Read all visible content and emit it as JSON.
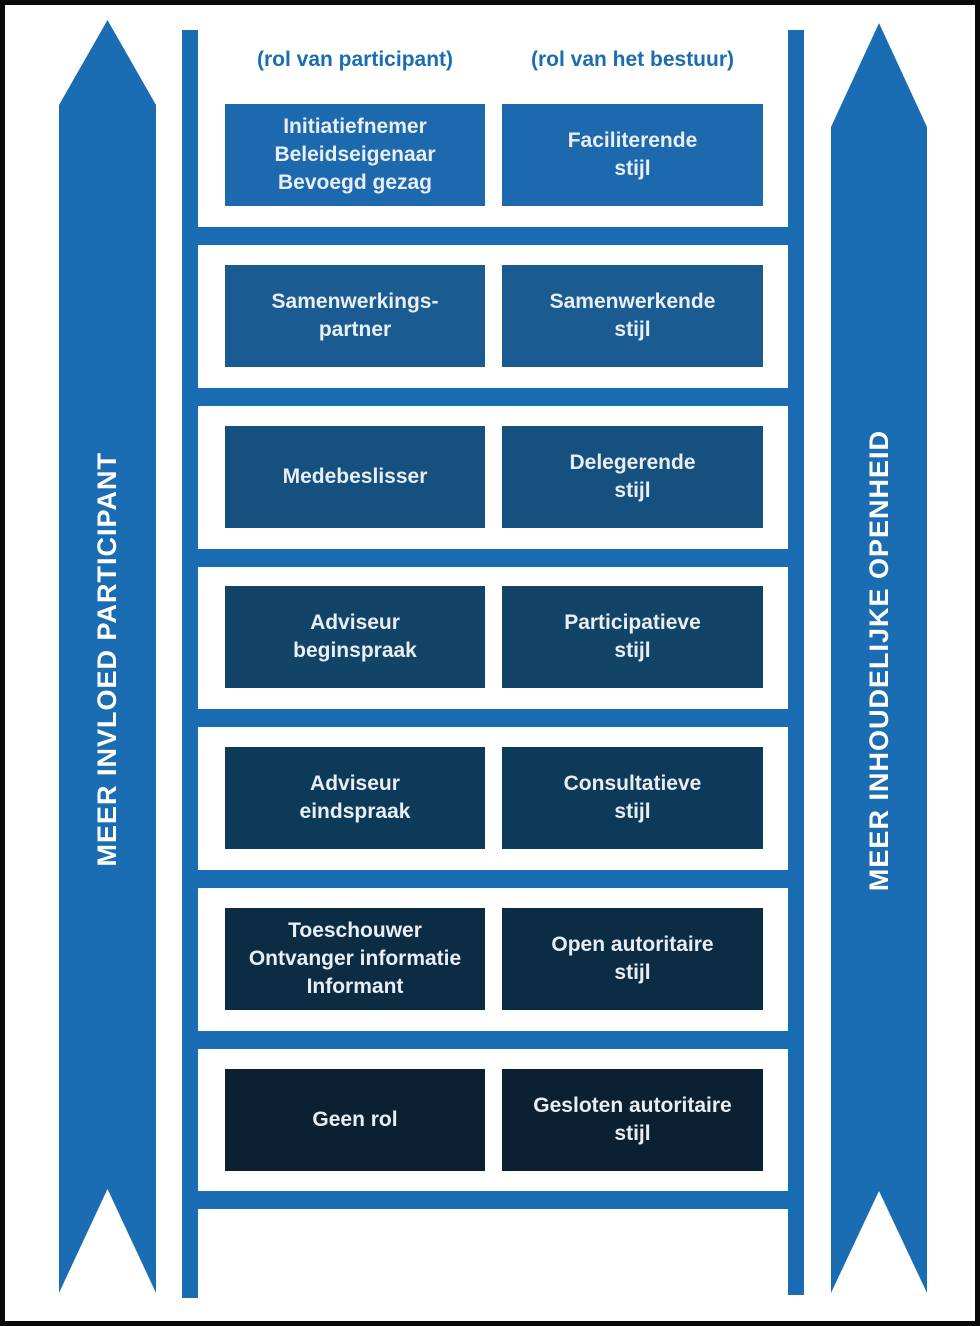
{
  "header": {
    "left": "(rol van participant)",
    "right": "(rol van het bestuur)"
  },
  "left_arrow": {
    "label": "MEER INVLOED PARTICIPANT",
    "color": "#1b6db3",
    "direction": "up"
  },
  "right_arrow": {
    "label": "MEER INHOUDELIJKE OPENHEID",
    "color": "#1b6db3",
    "direction": "up"
  },
  "ladder": {
    "rail_color": "#1b6db3",
    "rung_color": "#1b6db3",
    "rows": [
      {
        "left": "Initiatiefnemer\nBeleidseigenaar\nBevoegd gezag",
        "right": "Faciliterende\nstijl",
        "color": "#1c69ae"
      },
      {
        "left": "Samenwerkings-\npartner",
        "right": "Samenwerkende\nstijl",
        "color": "#1a5c92"
      },
      {
        "left": "Medebeslisser",
        "right": "Delegerende\nstijl",
        "color": "#15507f"
      },
      {
        "left": "Adviseur\nbeginspraak",
        "right": "Participatieve\nstijl",
        "color": "#124467"
      },
      {
        "left": "Adviseur\neindspraak",
        "right": "Consultatieve\nstijl",
        "color": "#0e3a59"
      },
      {
        "left": "Toeschouwer\nOntvanger informatie\nInformant",
        "right": "Open autoritaire\nstijl",
        "color": "#0c2c44"
      },
      {
        "left": "Geen rol",
        "right": "Gesloten autoritaire\nstijl",
        "color": "#0b2132"
      }
    ]
  },
  "colors": {
    "text_light": "#e8eef4",
    "header_text": "#1b6db3",
    "frame": "#0a0a0a",
    "background": "#ffffff"
  }
}
